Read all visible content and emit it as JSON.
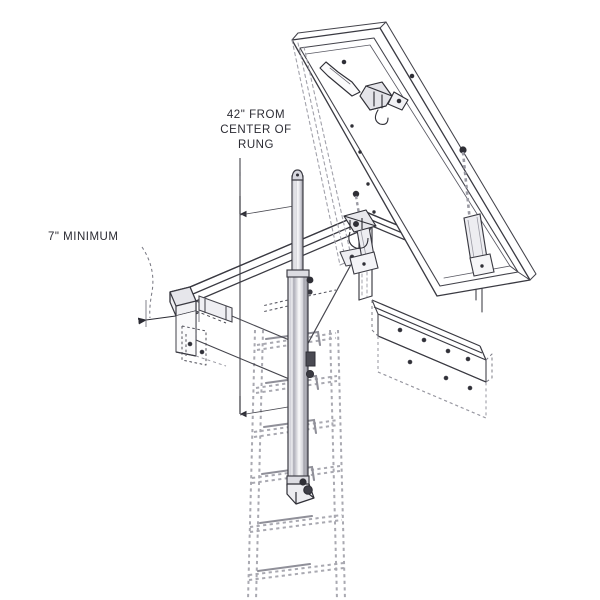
{
  "drawing": {
    "title": "Roof hatch with ladder safety post isometric detail",
    "type": "technical-line-drawing",
    "background_color": "#ffffff",
    "line_color": "#3a3a42",
    "hidden_line_color": "#a8a8b0",
    "shade_color": "#e8e8ec",
    "annotations": [
      {
        "id": "dim-42",
        "text": "42\" FROM\nCENTER OF\nRUNG",
        "lines": [
          "42\" FROM",
          "CENTER OF",
          "RUNG"
        ],
        "value": "42\"",
        "reference": "CENTER OF RUNG",
        "leader": "vertical dimension from curb top down to ladder rung",
        "arrow_count": 2
      },
      {
        "id": "dim-7",
        "text": "7\" MINIMUM",
        "lines": [
          "7\" MINIMUM"
        ],
        "value": "7\"",
        "reference": "MINIMUM",
        "leader": "curved leader to horizontal dimension at curb flange",
        "arrow_count": 2
      }
    ],
    "components": [
      {
        "name": "hatch-lid",
        "description": "open hinged roof hatch cover, raised at approximately 60 degrees"
      },
      {
        "name": "hatch-curb",
        "description": "rectangular roof curb box frame"
      },
      {
        "name": "curb-flange-left",
        "description": "left curb flange with mounting bracket"
      },
      {
        "name": "curb-panel-right",
        "description": "right curb side panel with fasteners"
      },
      {
        "name": "gas-spring-left",
        "description": "left lid support strut"
      },
      {
        "name": "gas-spring-right",
        "description": "right lid support strut"
      },
      {
        "name": "latch-hardware",
        "description": "latch and handle hardware on lid underside"
      },
      {
        "name": "hinge-assembly",
        "description": "rear hinge assembly at curb corner"
      },
      {
        "name": "safety-post",
        "description": "telescoping ladder safety post extending above curb"
      },
      {
        "name": "safety-post-sleeve",
        "description": "outer sleeve / lower body of telescoping post"
      },
      {
        "name": "ladder",
        "description": "fixed vertical ladder with side rails and rungs, hidden-line style"
      }
    ],
    "ladder": {
      "rung_count": 6,
      "rail_count": 2,
      "line_style": "hidden-dashed"
    }
  }
}
